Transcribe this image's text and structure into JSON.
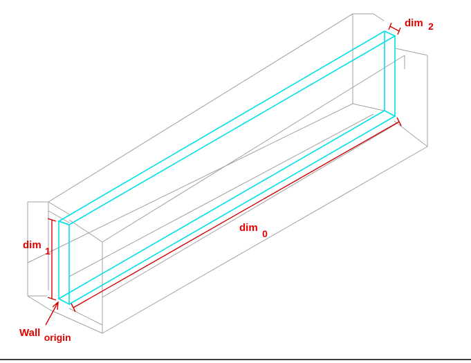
{
  "labels": {
    "dim0": {
      "main": "dim",
      "sub": "0"
    },
    "dim1": {
      "main": "dim",
      "sub": "1"
    },
    "dim2": {
      "main": "dim",
      "sub": "2"
    },
    "wall_origin": {
      "main": "Wall",
      "sub": "origin"
    }
  },
  "colors": {
    "wireframe": "#a0a0a0",
    "wall": "#00e0e8",
    "dimension": "#d00000",
    "label": "#e00000"
  }
}
